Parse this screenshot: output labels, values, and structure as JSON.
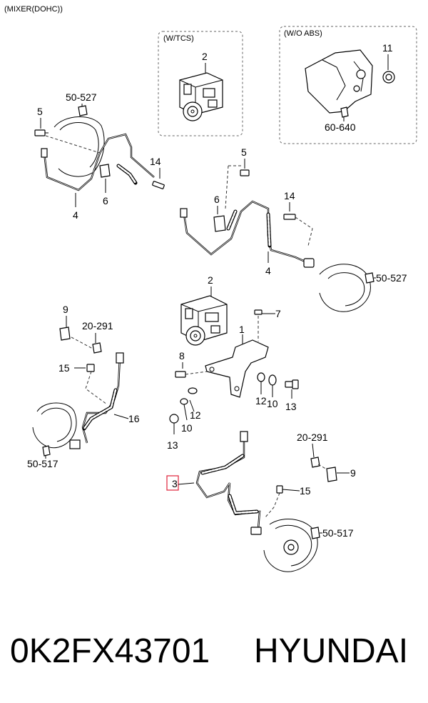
{
  "header": {
    "title": "(MIXER(DOHC))"
  },
  "boxes": {
    "wtcs": "(W/TCS)",
    "woabs": "(W/O ABS)"
  },
  "labels": {
    "tcs_2": "2",
    "woabs_11": "11",
    "woabs_60640": "60-640",
    "ul_50527": "50-527",
    "ul_5": "5",
    "ul_4": "4",
    "ul_6": "6",
    "ul_14": "14",
    "ur_5": "5",
    "ur_6": "6",
    "ur_14": "14",
    "ur_4": "4",
    "ur_50527": "50-527",
    "m_2": "2",
    "m_7": "7",
    "m_1": "1",
    "m_8": "8",
    "m_12a": "12",
    "m_10a": "10",
    "m_13a": "13",
    "m_12b": "12",
    "m_10b": "10",
    "m_13b": "13",
    "l_9": "9",
    "l_20291": "20-291",
    "l_15": "15",
    "l_16": "16",
    "l_50517": "50-517",
    "r_20291": "20-291",
    "r_9": "9",
    "r_3": "3",
    "r_15": "15",
    "r_50517": "50-517"
  },
  "footer": {
    "part_number": "0K2FX43701",
    "brand": "HYUNDAI"
  },
  "colors": {
    "highlight": "#e0223a",
    "line": "#000000"
  }
}
